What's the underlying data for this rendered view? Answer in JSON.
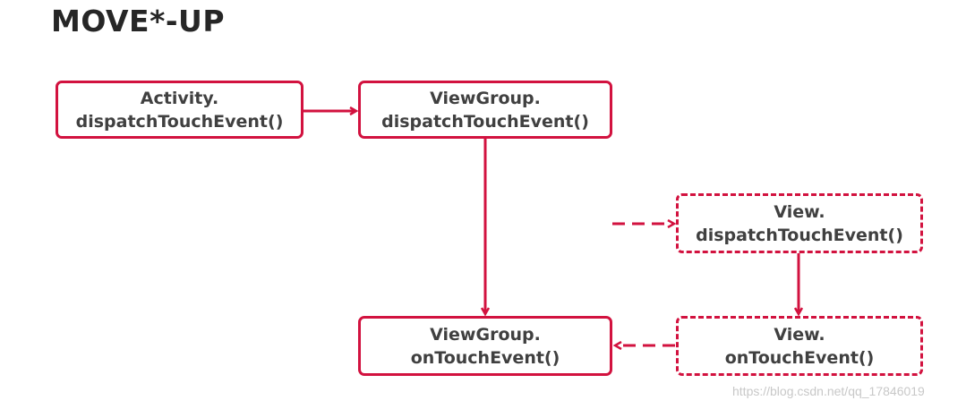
{
  "title": "MOVE*-UP",
  "colors": {
    "accent": "#d2123f",
    "text": "#404040",
    "title": "#262626",
    "watermark": "#c8c8c8"
  },
  "nodes": {
    "activity_dispatch": {
      "line1": "Activity.",
      "line2": "dispatchTouchEvent()",
      "style": "solid"
    },
    "viewgroup_dispatch": {
      "line1": "ViewGroup.",
      "line2": "dispatchTouchEvent()",
      "style": "solid"
    },
    "view_dispatch": {
      "line1": "View.",
      "line2": "dispatchTouchEvent()",
      "style": "dashed"
    },
    "viewgroup_ontouch": {
      "line1": "ViewGroup.",
      "line2": "onTouchEvent()",
      "style": "solid"
    },
    "view_ontouch": {
      "line1": "View.",
      "line2": "onTouchEvent()",
      "style": "dashed"
    }
  },
  "edges": [
    {
      "from": "activity_dispatch",
      "to": "viewgroup_dispatch",
      "style": "solid"
    },
    {
      "from": "viewgroup_dispatch",
      "to": "viewgroup_ontouch",
      "style": "solid"
    },
    {
      "from": "external",
      "to": "view_dispatch",
      "style": "dashed"
    },
    {
      "from": "view_dispatch",
      "to": "view_ontouch",
      "style": "solid"
    },
    {
      "from": "view_ontouch",
      "to": "viewgroup_ontouch",
      "style": "dashed"
    }
  ],
  "watermark": "https://blog.csdn.net/qq_17846019"
}
